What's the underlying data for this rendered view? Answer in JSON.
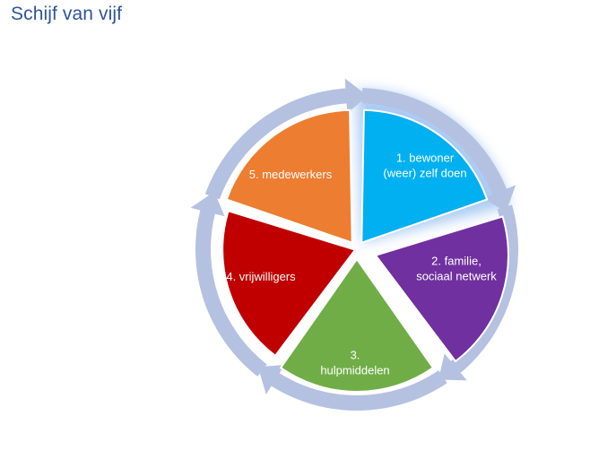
{
  "title": "Schijf van vijf",
  "segments": [
    {
      "id": "bewoner",
      "lines": [
        "1. bewoner",
        "(weer) zelf doen"
      ],
      "color": "#00b0f0"
    },
    {
      "id": "familie",
      "lines": [
        "2. familie,",
        "sociaal netwerk"
      ],
      "color": "#7030a0"
    },
    {
      "id": "hulpmiddelen",
      "lines": [
        "3.",
        "hulpmiddelen"
      ],
      "color": "#70ad47"
    },
    {
      "id": "vrijwilligers",
      "lines": [
        "4. vrijwilligers"
      ],
      "color": "#c00000"
    },
    {
      "id": "medewerkers",
      "lines": [
        "5. medewerkers"
      ],
      "color": "#ed7d31"
    }
  ],
  "arrow_color": "#b4c1e1",
  "highlight_color": "#9dc3f2"
}
